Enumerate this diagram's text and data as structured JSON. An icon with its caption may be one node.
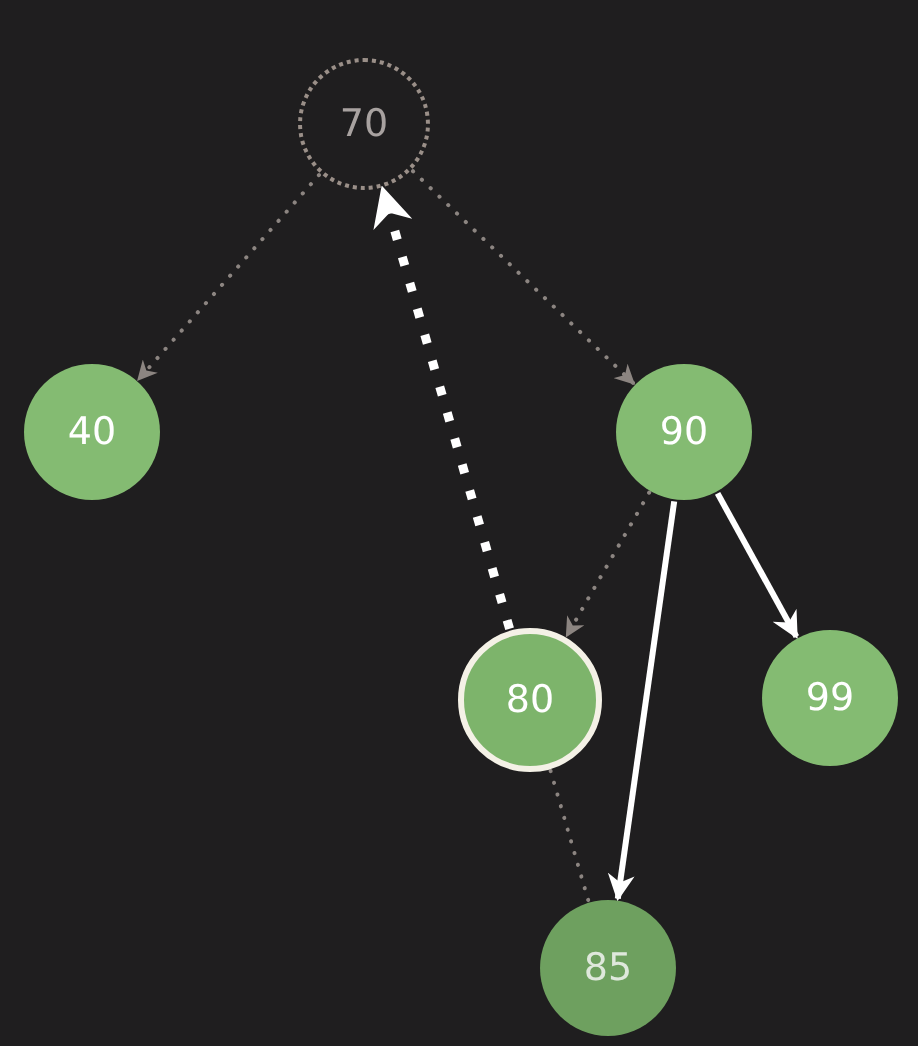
{
  "diagram": {
    "nodes": [
      {
        "text": [
          "70"
        ]
      },
      {
        "text": [
          "40"
        ]
      },
      {
        "text": [
          "90"
        ]
      },
      {
        "text": [
          "80"
        ]
      },
      {
        "text": [
          "99"
        ]
      },
      {
        "text": [
          "85"
        ]
      }
    ],
    "edges": [
      {
        "from": 0,
        "to": 1,
        "arrow": "to",
        "style": "dashed"
      },
      {
        "from": 0,
        "to": 2,
        "arrow": "to",
        "style": "dashed"
      },
      {
        "from": 2,
        "to": 3,
        "arrow": "to",
        "style": "dashed"
      },
      {
        "from": 3,
        "to": 5,
        "arrow": "none",
        "style": "dashed"
      },
      {
        "from": 2,
        "to": 5,
        "arrow": "to",
        "color": "#ffffff"
      },
      {
        "from": 2,
        "to": 4,
        "arrow": "to",
        "color": "#ffffff"
      },
      {
        "from": 3,
        "to": 0,
        "arrow": "to",
        "style": "dashed",
        "color": "#ffffff"
      }
    ]
  }
}
